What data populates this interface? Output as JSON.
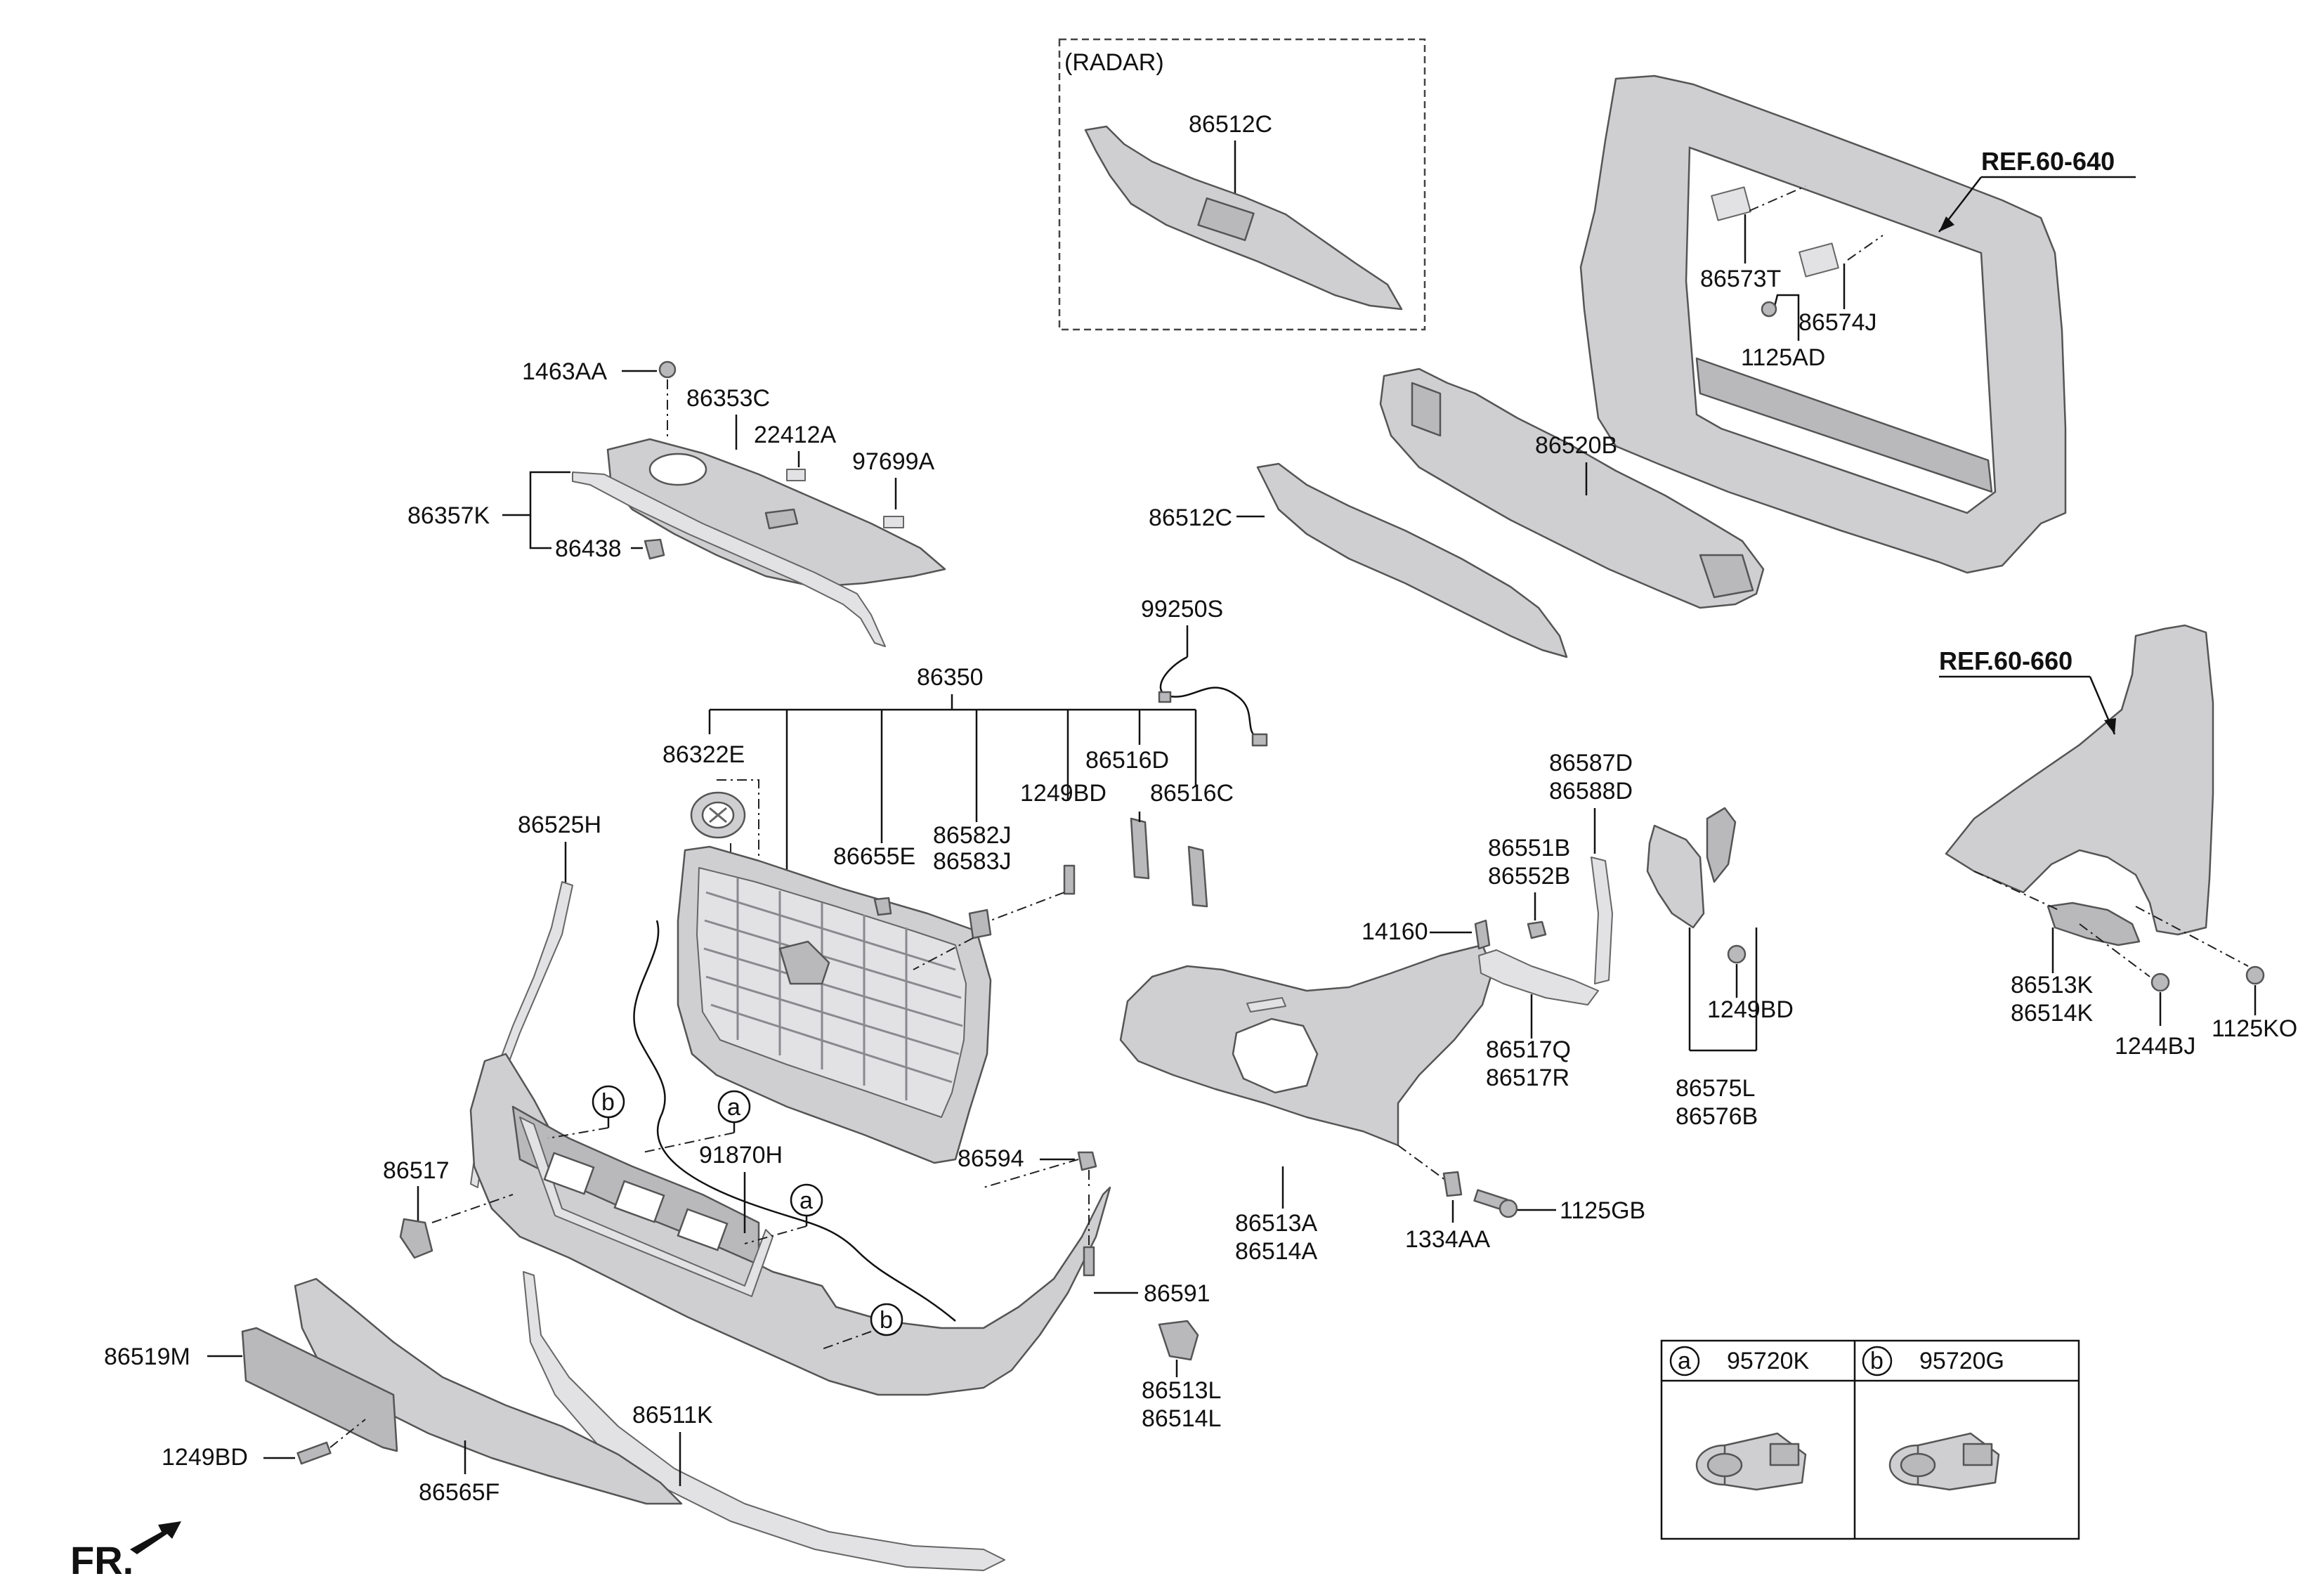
{
  "labels": {
    "radar": "(RADAR)",
    "p86512C_a": "86512C",
    "ref60640": "REF.60-640",
    "p86573T": "86573T",
    "p86574J": "86574J",
    "p1125AD": "1125AD",
    "p1463AA": "1463AA",
    "p86353C": "86353C",
    "p22412A": "22412A",
    "p97699A": "97699A",
    "p86357K": "86357K",
    "p86438": "86438",
    "p86520B": "86520B",
    "p86512C_b": "86512C",
    "p99250S": "99250S",
    "ref60660": "REF.60-660",
    "p86350": "86350",
    "p86322E": "86322E",
    "p86516D": "86516D",
    "p86516C": "86516C",
    "p1249BD_a": "1249BD",
    "p86582J": "86582J",
    "p86583J": "86583J",
    "p86655E": "86655E",
    "p86525H": "86525H",
    "p86587D": "86587D",
    "p86588D": "86588D",
    "p86551B": "86551B",
    "p86552B": "86552B",
    "p14160": "14160",
    "p1249BD_b": "1249BD",
    "p86517Q": "86517Q",
    "p86517R": "86517R",
    "p86575L": "86575L",
    "p86576B": "86576B",
    "p86513K": "86513K",
    "p86514K": "86514K",
    "p1244BJ": "1244BJ",
    "p1125KO": "1125KO",
    "p86517": "86517",
    "p91870H": "91870H",
    "p86594": "86594",
    "p86513A": "86513A",
    "p86514A": "86514A",
    "p1334AA": "1334AA",
    "p1125GB": "1125GB",
    "p86591": "86591",
    "p86513L": "86513L",
    "p86514L": "86514L",
    "p86519M": "86519M",
    "p86511K": "86511K",
    "p1249BD_c": "1249BD",
    "p86565F": "86565F",
    "fr": "FR."
  },
  "callouts": {
    "a": "a",
    "b": "b"
  },
  "legend": {
    "a_letter": "a",
    "a_part": "95720K",
    "b_letter": "b",
    "b_part": "95720G"
  }
}
